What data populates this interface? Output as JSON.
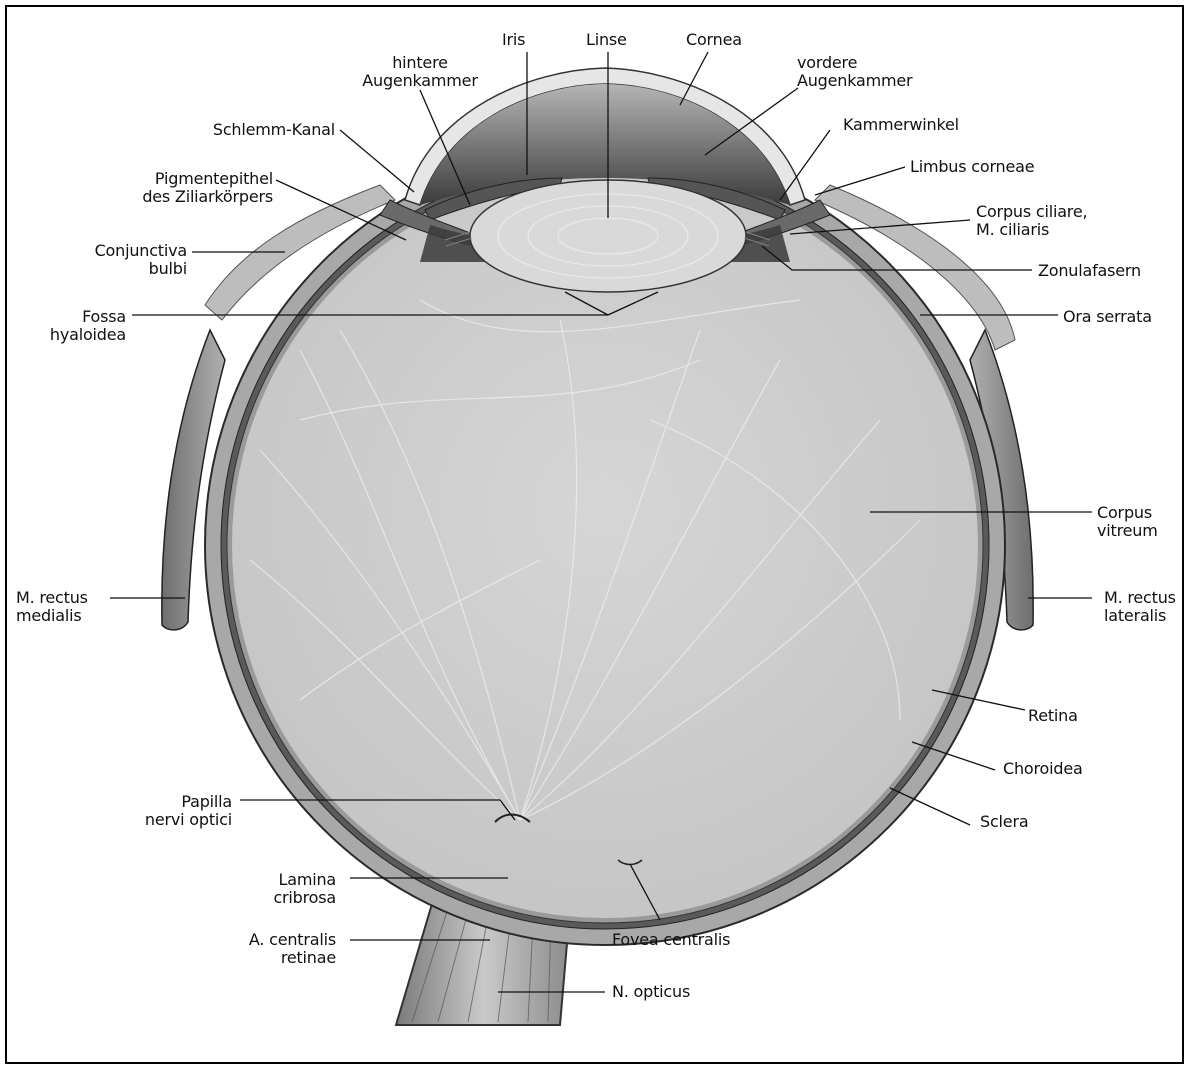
{
  "labels": {
    "iris": "Iris",
    "linse": "Linse",
    "cornea": "Cornea",
    "hintere_augenkammer": "hintere\nAugenkammer",
    "vordere_augenkammer": "vordere\nAugenkammer",
    "schlemm_kanal": "Schlemm-Kanal",
    "kammerwinkel": "Kammerwinkel",
    "limbus_corneae": "Limbus corneae",
    "pigmentepithel": "Pigmentepithel\ndes Ziliarkörpers",
    "corpus_ciliare": "Corpus ciliare,\nM. ciliaris",
    "conjunctiva_bulbi": "Conjunctiva\nbulbi",
    "zonulafasern": "Zonulafasern",
    "fossa_hyaloidea": "Fossa\nhyaloidea",
    "ora_serrata": "Ora serrata",
    "corpus_vitreum": "Corpus\nvitreum",
    "m_rectus_medialis": "M. rectus\nmedialis",
    "m_rectus_lateralis": "M. rectus\nlateralis",
    "retina": "Retina",
    "choroidea": "Choroidea",
    "sclera": "Sclera",
    "papilla": "Papilla\nnervi optici",
    "lamina_cribrosa": "Lamina\ncribrosa",
    "a_centralis": "A. centralis\nretinae",
    "fovea_centralis": "Fovea centralis",
    "n_opticus": "N. opticus"
  },
  "colors": {
    "vitreous": "#cfcfcf",
    "sclera": "#a9a9a9",
    "choroid": "#4a4a4a",
    "lens": "#d9d9d9",
    "chamber": "#6f6f6f",
    "cornea": "#ececec",
    "muscle": "#8c8c8c",
    "leader": "#111111"
  }
}
